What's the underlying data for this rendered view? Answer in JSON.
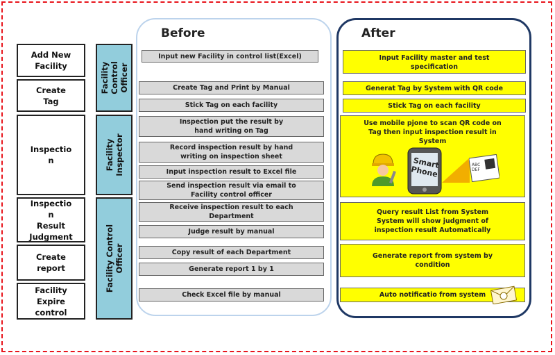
{
  "colors": {
    "frame": "#e8141b",
    "role_fill": "#92cddc",
    "before_box": "#d9d9d9",
    "after_box": "#ffff00",
    "after_border": "#1f3864"
  },
  "steps": [
    "Add New\nFacility",
    "Create\nTag",
    "Inspectio\nn",
    "Inspectio\nn\nResult\nJudgment",
    "Create\nreport",
    "Facility\nExpire\ncontrol"
  ],
  "roles": [
    "Facility\nControl\nOfficer",
    "Facility\nInspector",
    "Facility Control\nOfficer"
  ],
  "before": {
    "title": "Before",
    "boxes": [
      "Input new Facility in control list(Excel)",
      "Create Tag and Print by Manual",
      "Stick Tag on each facility",
      "Inspection put the result by\nhand writing on Tag",
      "Record inspection result by hand\nwriting on inspection sheet",
      "Input inspection result to Excel file",
      "Send inspection result via email to\nFacility control officer",
      "Receive inspection result to each\nDepartment",
      "Judge result by manual",
      "Copy result of each Department",
      "Generate report 1 by 1",
      "Check Excel file by manual"
    ]
  },
  "after": {
    "title": "After",
    "boxes": [
      "Input Facility master and test\nspecification",
      "Generat Tag by System with QR code",
      "Stick Tag on each facility",
      "Use mobile pjone to scan QR code on\nTag then input inspection result in\nSystem",
      "Query result List from System\nSystem will show judgment of\ninspection result Automatically",
      "Generate report from system by\ncondition",
      "Auto notificatio from system"
    ],
    "phone_label": "Smart\nPhone",
    "tag_label": "ABC\nDEF"
  },
  "icons": [
    "worker-icon",
    "smartphone-icon",
    "qr-tag-icon",
    "email-icon"
  ]
}
